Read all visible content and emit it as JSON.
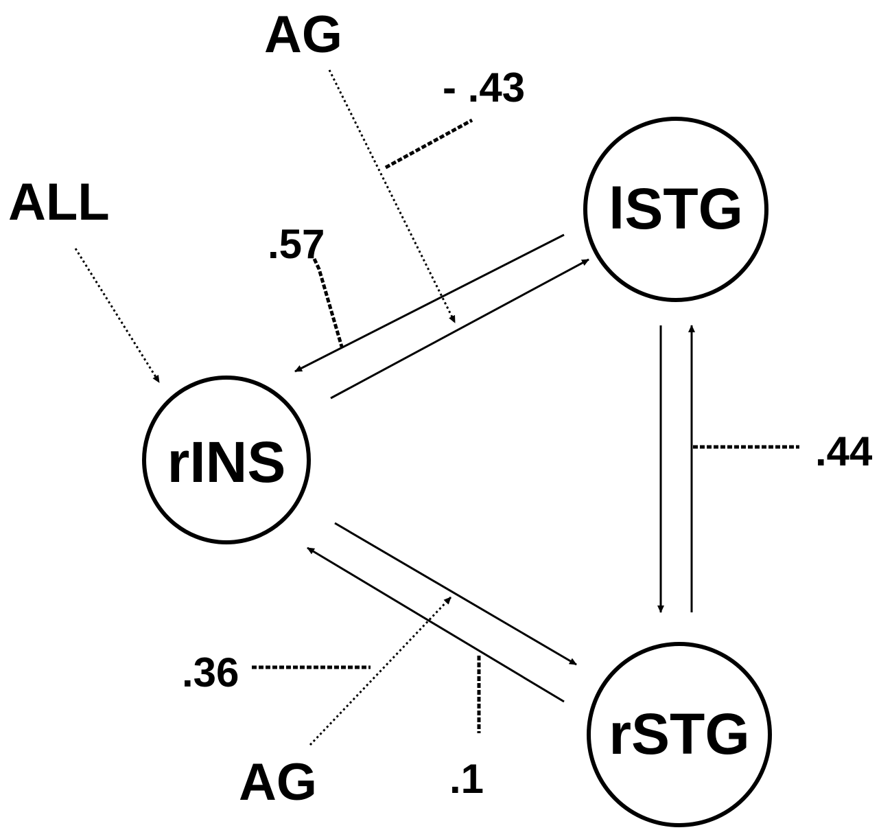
{
  "nodes": {
    "rins": "rINS",
    "lstg": "lSTG",
    "rstg": "rSTG"
  },
  "inputs": {
    "all": "ALL",
    "ag_top": "AG",
    "ag_bottom": "AG"
  },
  "weights": {
    "lstg_to_rins": ".57",
    "ag_top_mod": "- .43",
    "lstg_rstg_mod": ".44",
    "ag_bottom_mod": ".36",
    "rstg_to_rins": ".1"
  }
}
